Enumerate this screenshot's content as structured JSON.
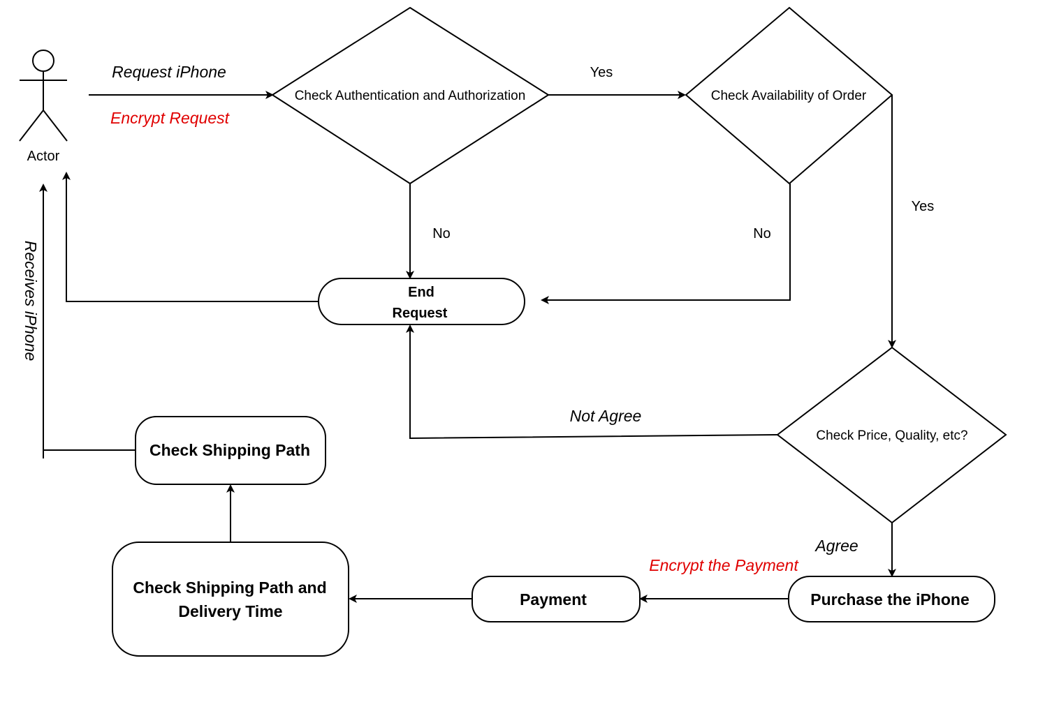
{
  "actor": {
    "label": "Actor"
  },
  "decisions": {
    "auth": "Check Authentication and Authorization",
    "availability": "Check Availability of Order",
    "price": "Check Price, Quality, etc?"
  },
  "terminals": {
    "end_line1": "End",
    "end_line2": "Request"
  },
  "processes": {
    "purchase": "Purchase the iPhone",
    "payment": "Payment",
    "delivery_line1": "Check Shipping Path and",
    "delivery_line2": "Delivery Time",
    "shipping_path": "Check Shipping Path"
  },
  "edge_labels": {
    "request_iphone": "Request iPhone",
    "encrypt_request": "Encrypt Request",
    "yes_auth": "Yes",
    "no_auth": "No",
    "no_availability": "No",
    "yes_availability": "Yes",
    "not_agree": "Not Agree",
    "agree": "Agree",
    "encrypt_payment": "Encrypt the Payment",
    "receives_iphone": "Receives iPhone"
  },
  "colors": {
    "line": "#000000",
    "security_label": "#e00000"
  }
}
